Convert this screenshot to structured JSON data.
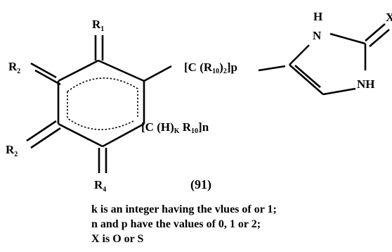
{
  "structure": {
    "substituents": {
      "r1": {
        "symbol": "R",
        "index": "1"
      },
      "r2_upper": {
        "symbol": "R",
        "index": "2"
      },
      "r2_lower": {
        "symbol": "R",
        "index": "2"
      },
      "r4": {
        "symbol": "R",
        "index": "4"
      }
    },
    "linker_p": {
      "prefix": "[C (R",
      "index": "10",
      "suffix": ")",
      "subscript": "2",
      "tail": "]p"
    },
    "linker_n": {
      "prefix": "[C (H)",
      "subscript": "K",
      "middle": " R",
      "index": "10",
      "tail": "]n"
    },
    "imidazole": {
      "h": "H",
      "n_top": "N",
      "nh": "NH",
      "x": "X"
    },
    "compound_number": "(91)"
  },
  "definitions": [
    "k is an integer having the vlues of or 1;",
    "n and p have the values of 0, 1 or 2;",
    "X is O or S"
  ]
}
